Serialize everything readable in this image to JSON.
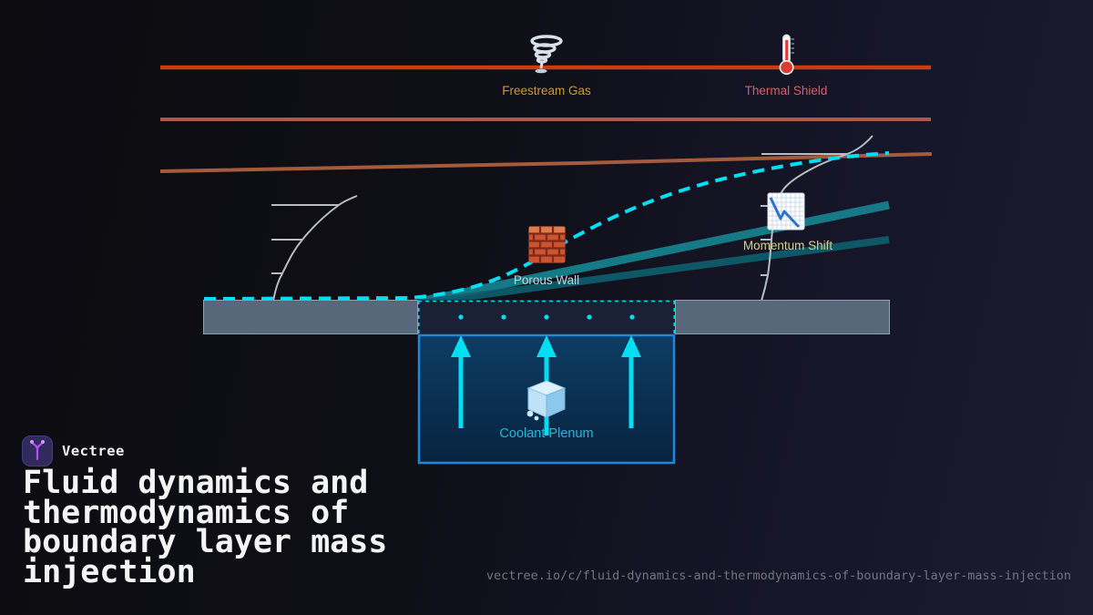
{
  "brand": {
    "name": "Vectree"
  },
  "title": "Fluid dynamics and thermodynamics of boundary layer mass injection",
  "footer_url": "vectree.io/c/fluid-dynamics-and-thermodynamics-of-boundary-layer-mass-injection",
  "diagram": {
    "labels": {
      "freestream": "Freestream Gas",
      "thermal": "Thermal Shield",
      "porous": "Porous Wall",
      "momentum": "Momentum Shift",
      "coolant": "Coolant Plenum"
    },
    "icons": {
      "freestream": "tornado-icon",
      "thermal": "thermometer-icon",
      "porous": "brick-wall-icon",
      "momentum": "chart-decreasing-icon",
      "coolant": "ice-cube-icon",
      "brand": "vectree-branch-icon"
    },
    "colors": {
      "hot_boundary_line": "#ce3b0c",
      "shield_line": "#b15745",
      "mixing_line": "#a55a3b",
      "boundary_layer_dashed": "#00dff2",
      "momentum_streak_light": "#16828f",
      "momentum_streak_dark": "#0d5f6e",
      "wall_fill": "#56687a",
      "porous_fill": "#1b2135",
      "plenum_border": "#1e87dc",
      "coolant_accent": "#00dff2",
      "freestream_label": "#cf9c28",
      "thermal_label": "#e05c64",
      "porous_label": "#c9ced6",
      "momentum_label": "#d6cf84",
      "coolant_label": "#2ab5d6"
    }
  }
}
